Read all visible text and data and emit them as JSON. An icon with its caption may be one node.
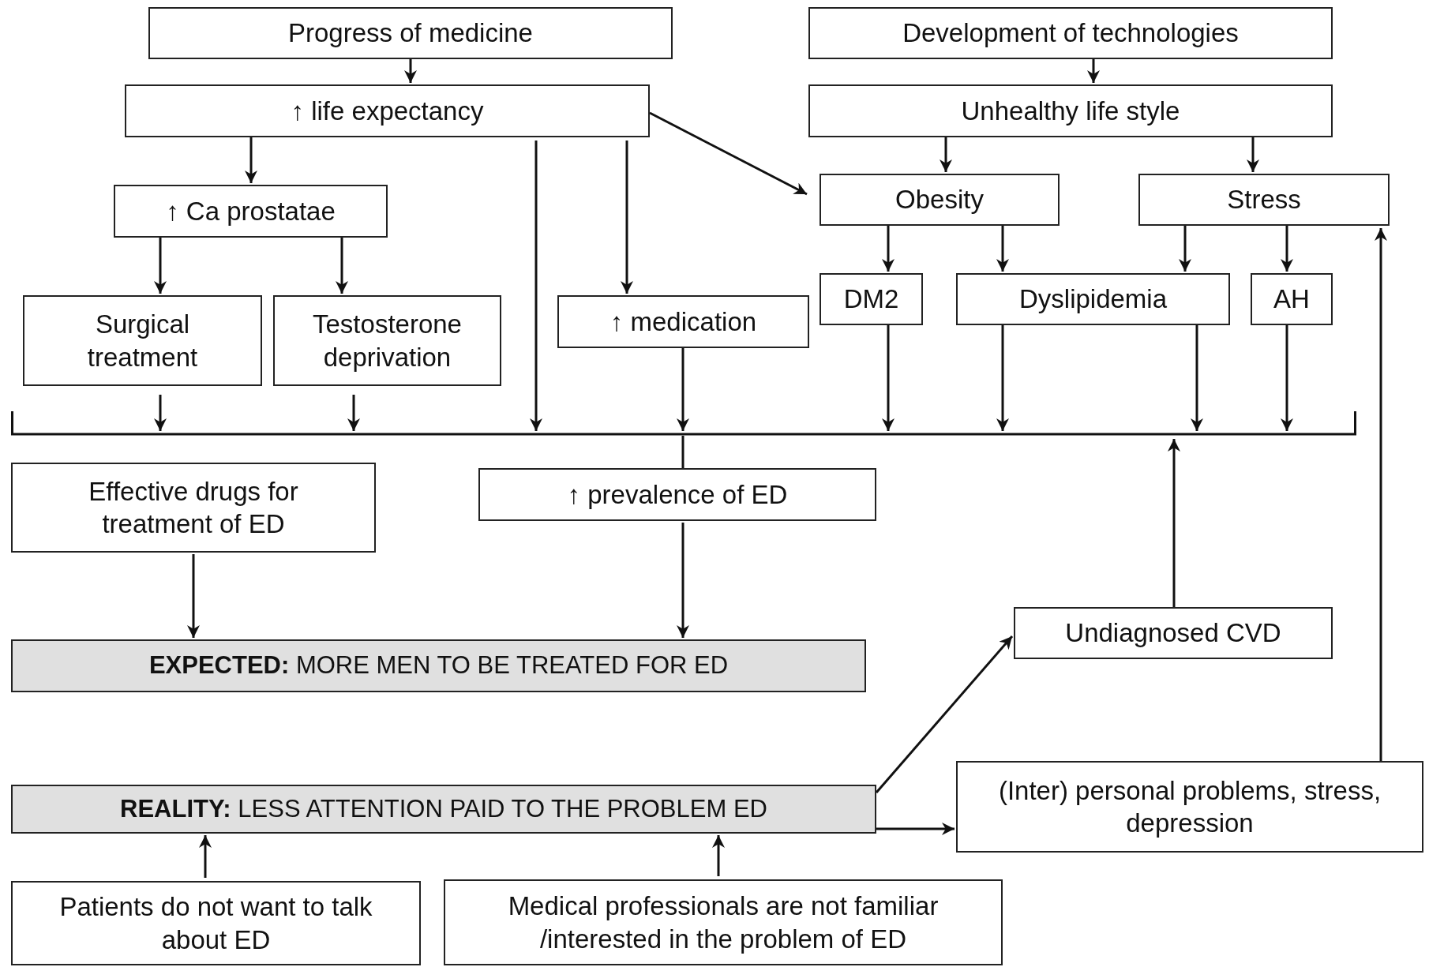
{
  "diagram": {
    "nodes": [
      {
        "text": [
          "Progress of medicine"
        ]
      },
      {
        "text": [
          "Development of technologies"
        ]
      },
      {
        "text": [
          "↑ life expectancy"
        ]
      },
      {
        "text": [
          "Unhealthy life style"
        ]
      },
      {
        "text": [
          "↑ Ca prostatae"
        ]
      },
      {
        "text": [
          "Obesity"
        ]
      },
      {
        "text": [
          "Stress"
        ]
      },
      {
        "text": [
          "Surgical treatment"
        ]
      },
      {
        "text": [
          "Testosterone deprivation"
        ]
      },
      {
        "text": [
          "↑  medication"
        ]
      },
      {
        "text": [
          "DM2"
        ]
      },
      {
        "text": [
          "Dyslipidemia"
        ]
      },
      {
        "text": [
          "AH"
        ]
      },
      {
        "text": [],
        "shape": "bar"
      },
      {
        "text": [
          "Effective drugs for treatment of ED"
        ]
      },
      {
        "text": [
          "↑ prevalence of ED"
        ]
      },
      {
        "text": [
          "**EXPECTED:** MORE MEN TO BE TREATED FOR ED"
        ]
      },
      {
        "text": [
          "Undiagnosed CVD"
        ]
      },
      {
        "text": [
          "**REALITY:** LESS ATTENTION PAID TO THE PROBLEM ED"
        ]
      },
      {
        "text": [
          "(Inter) personal problems, stress, depression"
        ]
      },
      {
        "text": [
          "Patients do not want to talk about ED"
        ]
      },
      {
        "text": [
          "Medical professionals are not familiar /interested in the problem of ED"
        ]
      }
    ],
    "edges": [
      {
        "from": 0,
        "to": 2,
        "arrow": "to"
      },
      {
        "from": 1,
        "to": 3,
        "arrow": "to"
      },
      {
        "from": 2,
        "to": 4,
        "arrow": "to"
      },
      {
        "from": 2,
        "to": 13,
        "arrow": "to"
      },
      {
        "from": 2,
        "to": 9,
        "arrow": "to"
      },
      {
        "from": 2,
        "to": 5,
        "arrow": "to"
      },
      {
        "from": 3,
        "to": 5,
        "arrow": "to"
      },
      {
        "from": 3,
        "to": 6,
        "arrow": "to"
      },
      {
        "from": 4,
        "to": 7,
        "arrow": "to"
      },
      {
        "from": 4,
        "to": 8,
        "arrow": "to"
      },
      {
        "from": 5,
        "to": 10,
        "arrow": "to"
      },
      {
        "from": 5,
        "to": 11,
        "arrow": "to"
      },
      {
        "from": 6,
        "to": 11,
        "arrow": "to"
      },
      {
        "from": 6,
        "to": 12,
        "arrow": "to"
      },
      {
        "from": 7,
        "to": 13,
        "arrow": "to"
      },
      {
        "from": 8,
        "to": 13,
        "arrow": "to"
      },
      {
        "from": 9,
        "to": 13,
        "arrow": "to"
      },
      {
        "from": 10,
        "to": 13,
        "arrow": "to"
      },
      {
        "from": 11,
        "to": 13,
        "arrow": "to"
      },
      {
        "from": 11,
        "to": 13,
        "arrow": "to"
      },
      {
        "from": 12,
        "to": 13,
        "arrow": "to"
      },
      {
        "from": 13,
        "to": 15,
        "arrow": "none"
      },
      {
        "from": 17,
        "to": 13,
        "arrow": "to"
      },
      {
        "from": 14,
        "to": 16,
        "arrow": "to"
      },
      {
        "from": 15,
        "to": 16,
        "arrow": "to"
      },
      {
        "from": 18,
        "to": 17,
        "arrow": "to"
      },
      {
        "from": 18,
        "to": 19,
        "arrow": "to"
      },
      {
        "from": 19,
        "to": 6,
        "arrow": "to"
      },
      {
        "from": 20,
        "to": 18,
        "arrow": "to"
      },
      {
        "from": 21,
        "to": 18,
        "arrow": "to"
      }
    ]
  }
}
